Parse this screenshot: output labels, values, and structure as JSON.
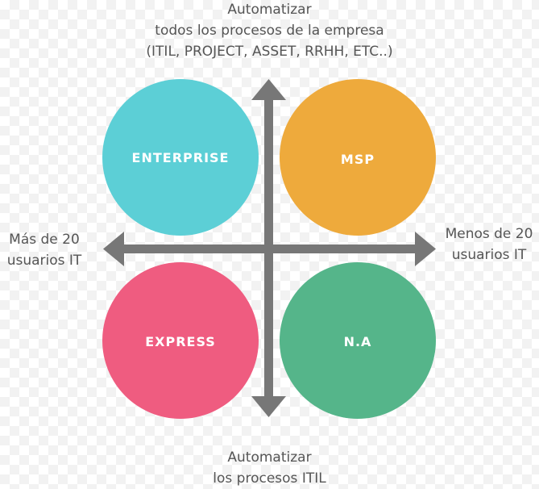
{
  "top_label": {
    "line1": "Automatizar",
    "line2": "todos los procesos de la empresa",
    "line3": "(ITIL, PROJECT, ASSET, RRHH, ETC..)"
  },
  "bottom_label": {
    "line1": "Automatizar",
    "line2": "los procesos ITIL"
  },
  "left_label": {
    "line1": "Más de 20",
    "line2": "usuarios IT"
  },
  "right_label": {
    "line1": "Menos de 20",
    "line2": "usuarios IT"
  },
  "quadrants": {
    "enterprise": {
      "label": "ENTERPRISE",
      "color": "#5ccfd6"
    },
    "msp": {
      "label": "MSP",
      "color": "#eeaa3c"
    },
    "express": {
      "label": "EXPRESS",
      "color": "#ef5c80"
    },
    "na": {
      "label": "N.A",
      "color": "#55b58a"
    }
  },
  "axis_color": "#777777"
}
